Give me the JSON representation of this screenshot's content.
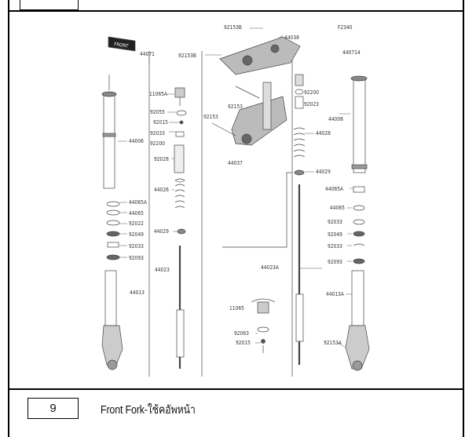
{
  "figure_number": "9",
  "caption": "Front Fork-ใช้คอัพหน้า",
  "diagram_code": "F2340",
  "front_tag": "FRONT",
  "callouts": [
    "92153B",
    "44038",
    "44071",
    "92153B",
    "440714",
    "11065A",
    "92055",
    "92015",
    "92200",
    "92033",
    "92023",
    "44006",
    "92153",
    "92153",
    "92200",
    "44008",
    "92028",
    "92033",
    "44028",
    "44026",
    "44037",
    "44029",
    "44065A",
    "44065",
    "92022",
    "92049",
    "92033",
    "92093",
    "44029",
    "44065A",
    "44065",
    "92033",
    "92049",
    "92033",
    "92093",
    "44023",
    "44023A",
    "44013",
    "44013A",
    "11065",
    "92063",
    "92015",
    "92153A"
  ]
}
